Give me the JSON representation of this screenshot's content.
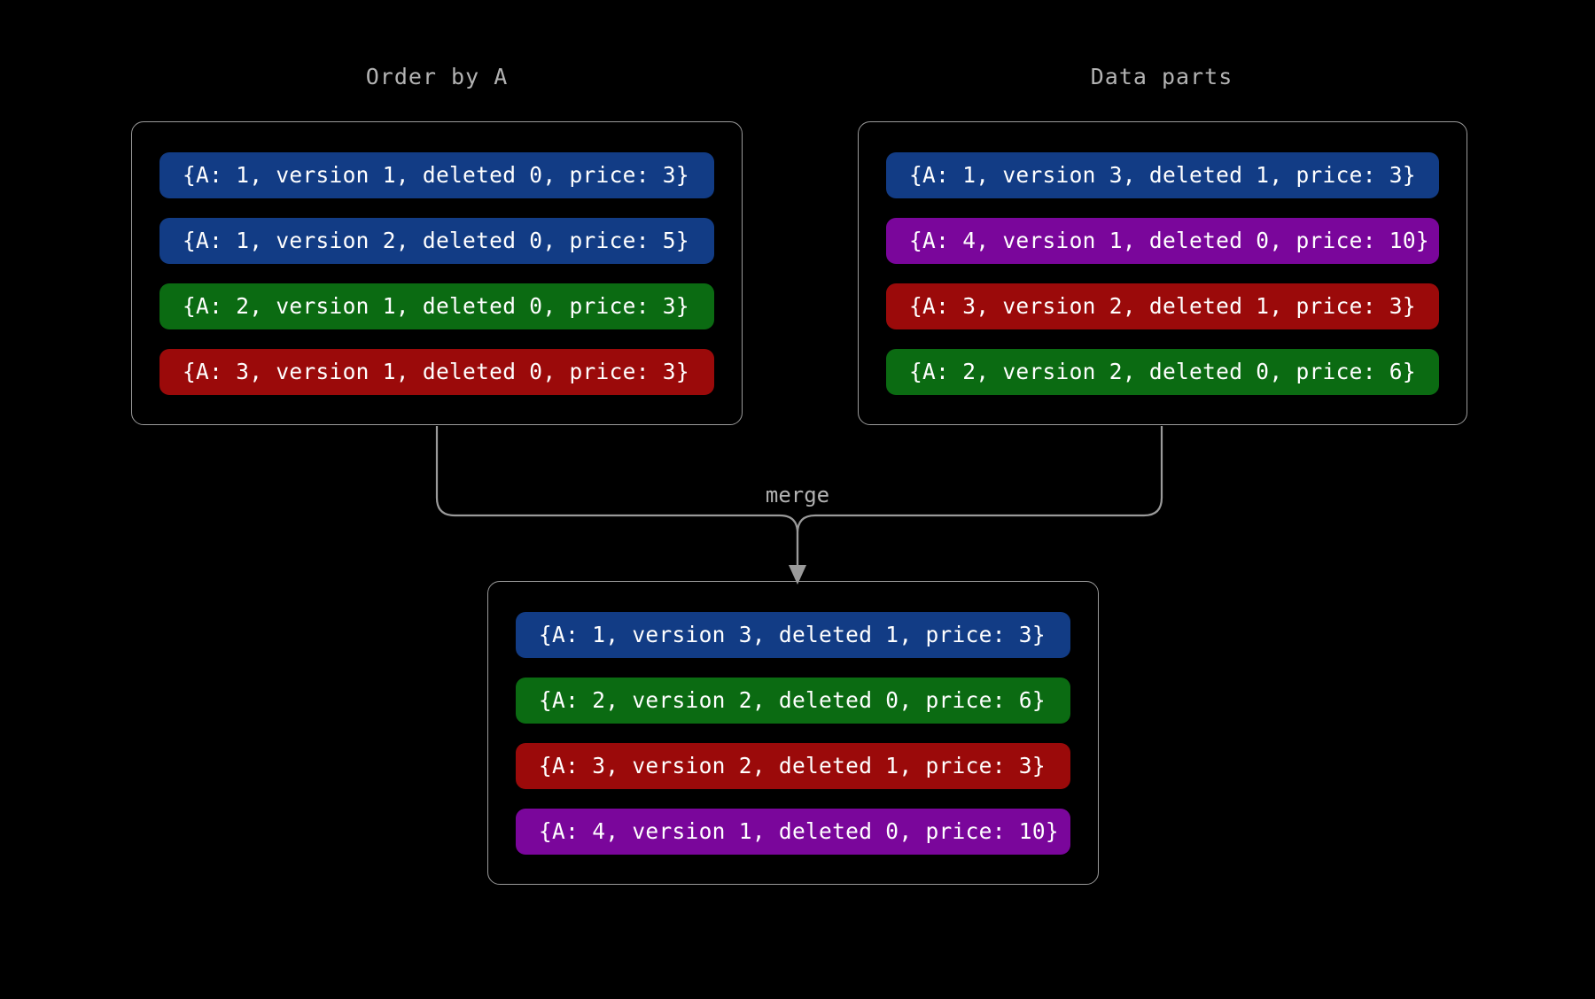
{
  "diagram": {
    "background": "#000000",
    "merge_label": "merge",
    "colors": {
      "blue": "#123c85",
      "green": "#0b6b12",
      "red": "#9b0a0a",
      "purple": "#7a069b",
      "border": "#9a9a9a",
      "text": "#ffffff",
      "label": "#b3b3b3"
    }
  },
  "left_panel": {
    "title": "Order by A",
    "rows": [
      {
        "text": "{A: 1, version 1, deleted 0, price: 3}",
        "color": "blue"
      },
      {
        "text": "{A: 1, version 2, deleted 0, price: 5}",
        "color": "blue"
      },
      {
        "text": "{A: 2, version 1, deleted 0, price: 3}",
        "color": "green"
      },
      {
        "text": "{A: 3, version 1, deleted 0, price: 3}",
        "color": "red"
      }
    ]
  },
  "right_panel": {
    "title": "Data parts",
    "rows": [
      {
        "text": "{A: 1, version 3, deleted 1, price: 3}",
        "color": "blue"
      },
      {
        "text": "{A: 4, version 1, deleted 0, price: 10}",
        "color": "purple"
      },
      {
        "text": "{A: 3, version 2, deleted 1, price: 3}",
        "color": "red"
      },
      {
        "text": "{A: 2, version 2, deleted 0, price: 6}",
        "color": "green"
      }
    ]
  },
  "result_panel": {
    "rows": [
      {
        "text": "{A: 1, version 3, deleted 1, price: 3}",
        "color": "blue"
      },
      {
        "text": "{A: 2, version 2, deleted 0, price: 6}",
        "color": "green"
      },
      {
        "text": "{A: 3, version 2, deleted 1, price: 3}",
        "color": "red"
      },
      {
        "text": "{A: 4, version 1, deleted 0, price: 10}",
        "color": "purple"
      }
    ]
  }
}
